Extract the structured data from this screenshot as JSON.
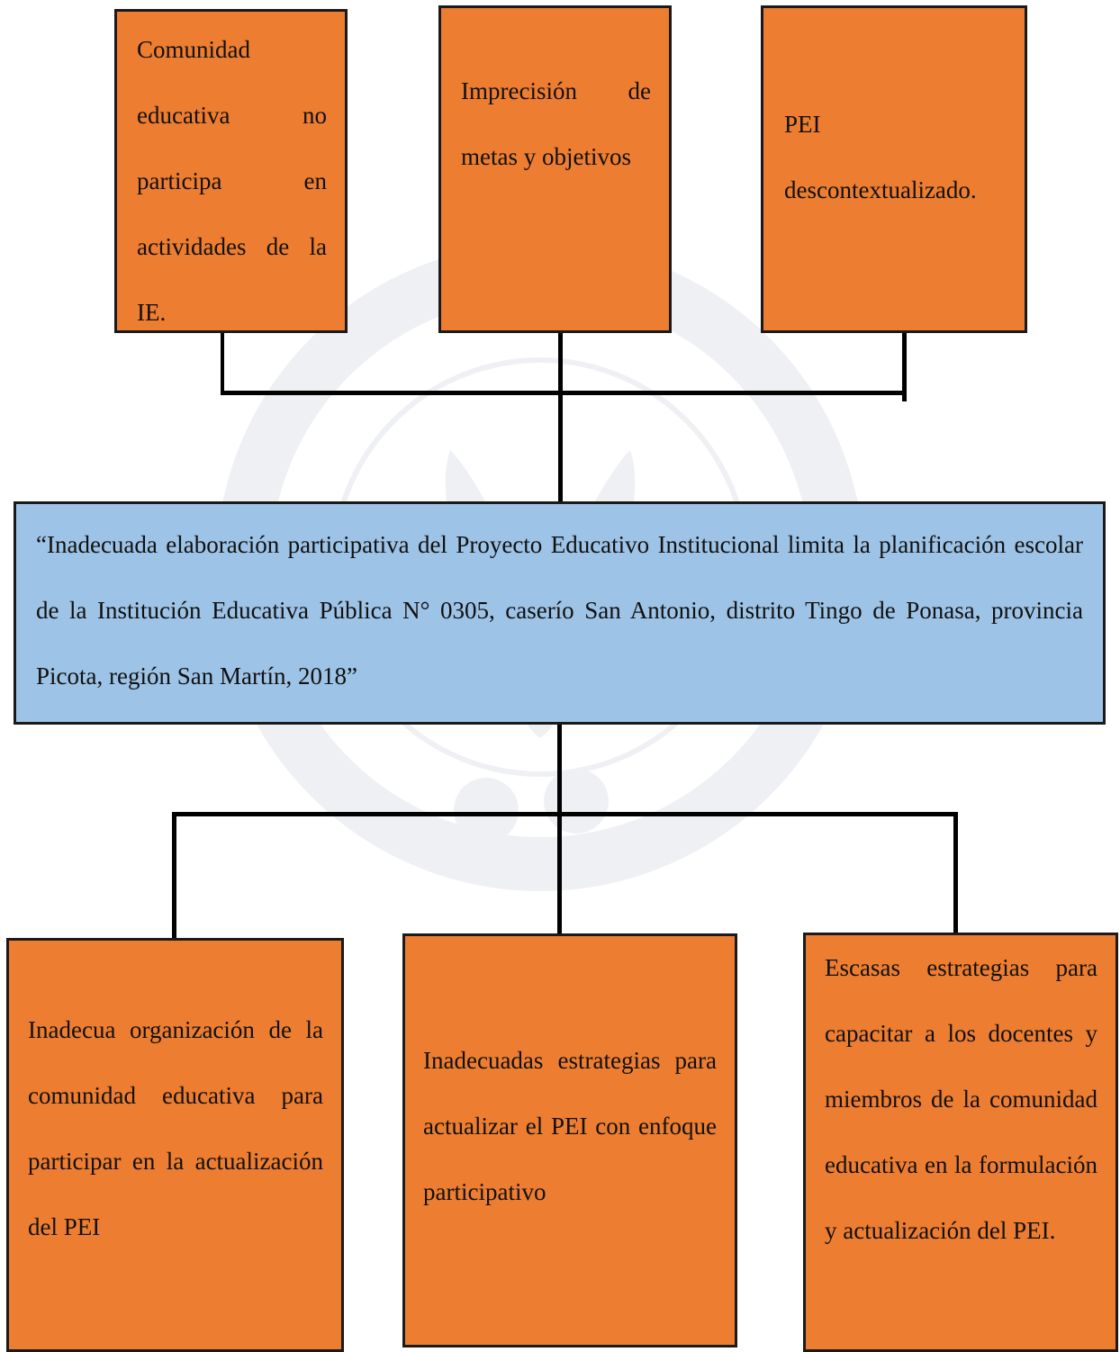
{
  "diagram": {
    "causes": [
      "Comunidad educativa no participa en actividades de la IE.",
      "Imprecisión de metas y objetivos",
      "PEI descontextualizado."
    ],
    "problem": "“Inadecuada elaboración participativa del Proyecto Educativo Institucional limita la planificación escolar de la Institución Educativa Pública N° 0305, caserío San Antonio, distrito Tingo de Ponasa, provincia Picota, región San Martín, 2018”",
    "effects": [
      "Inadecua organización de la comunidad educativa para participar en la actualización del PEI",
      "Inadecuadas estrategias para actualizar el PEI con enfoque participativo",
      "Escasas estrategias para capacitar a los docentes y miembros de la comunidad educativa en la formulación y actualización del PEI."
    ]
  },
  "colors": {
    "cause_box": "#ed7d31",
    "effect_box": "#ed7d31",
    "problem_box": "#9dc3e6",
    "border": "#1a1a1a",
    "connector": "#000000"
  }
}
